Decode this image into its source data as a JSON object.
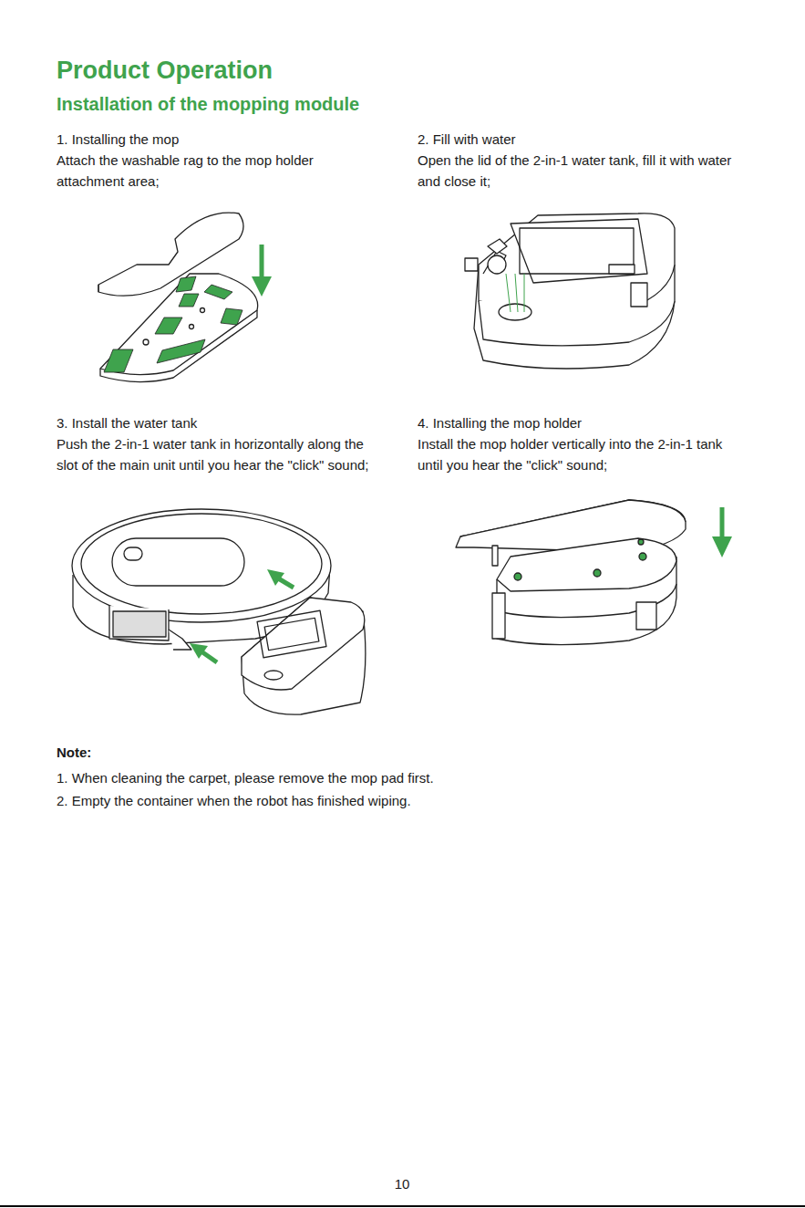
{
  "diagram": {
    "title": "Product Operation",
    "labels": [
      "Installation of the mopping module",
      "1. Installing the mop",
      "Attach the washable rag to the mop holder attachment area;",
      "2. Fill with water",
      "Open the lid of the 2-in-1 water tank, fill it with water and close it;",
      "3. Install the water tank",
      "Push the 2-in-1 water tank in horizontally along the slot of the main unit until you hear the \"click\" sound;",
      "4. Installing the mop holder",
      "Install the mop holder vertically into the 2-in-1 tank until you hear the \"click\" sound;",
      "Note:",
      "1. When cleaning the carpet, please remove the mop pad first.",
      "2. Empty the container when the robot has finished wiping.",
      "10"
    ]
  }
}
